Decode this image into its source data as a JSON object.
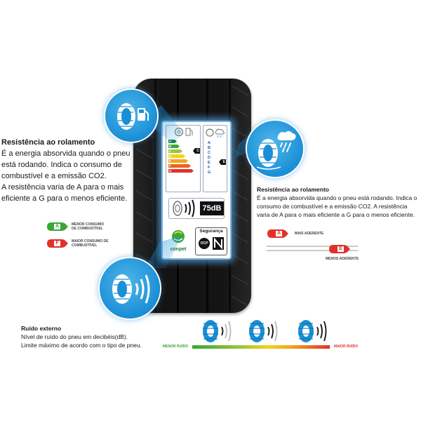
{
  "left_block": {
    "title": "Resistência ao rolamento",
    "lines": [
      "É a energia absorvida quando o pneu",
      "está rodando. Indica o consumo de",
      "combustível e a emissão CO2.",
      "A resistência varia de A para o mais",
      "eficiente a G para o menos eficiente."
    ]
  },
  "left_legend": {
    "items": [
      {
        "grade": "A",
        "line1": "MENOR CONSUMO",
        "line2": "DE COMBUSTÍVEL",
        "color": "#3aa637"
      },
      {
        "grade": "F",
        "line1": "MAIOR CONSUMO DE",
        "line2": "COMBUSTÍVEL",
        "color": "#e0322a"
      }
    ]
  },
  "right_block": {
    "title": "Resistência ao rolamento",
    "lines": [
      "É a energia absorvida quando o pneu está rodando. Indica o",
      "consumo de combustível e a emissão CO2. A resistência",
      "varia de A para o mais eficiente a G para o menos eficiente."
    ]
  },
  "grip_legend": {
    "top": {
      "grade": "A",
      "label": "MAIS ADERENTE",
      "color": "#e0322a"
    },
    "bottom": {
      "grade": "E",
      "label": "MENOS ADERENTE",
      "color": "#e0322a"
    }
  },
  "noise_block": {
    "title": "Ruído externo",
    "lines": [
      "Nível de ruído do pneu em decibéis(dB).",
      "Limite máximo de acordo com o tipo de pneu."
    ],
    "min_label": "MENOR RUÍDO",
    "max_label": "MAIOR RUÍDO"
  },
  "label": {
    "fuel_grades": [
      "A",
      "B",
      "C",
      "D",
      "E",
      "F",
      "G"
    ],
    "fuel_selected": "C",
    "wet_grades": [
      "A",
      "B",
      "C",
      "D",
      "E",
      "F",
      "G"
    ],
    "wet_selected": "E",
    "noise_value": "75dB",
    "brand": "conpet",
    "seguranca": "Segurança",
    "ocp": "OCP"
  },
  "colors": {
    "accent_blue": "#1a8fd6",
    "green": "#3aa637",
    "red": "#e0322a",
    "yellow": "#f2b705"
  },
  "icons": [
    "fuel-pump-icon",
    "rain-cloud-icon",
    "sound-waves-icon",
    "tire-icon"
  ]
}
